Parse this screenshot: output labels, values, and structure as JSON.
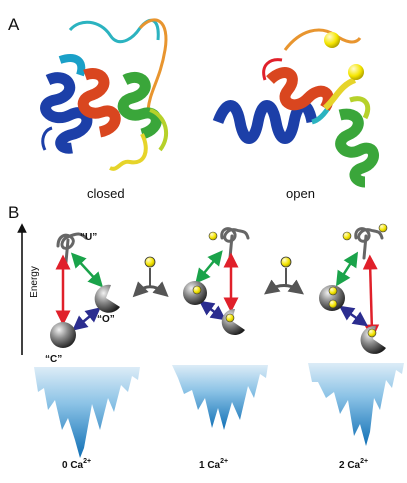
{
  "panel_a": {
    "label": "A",
    "captions": [
      "closed",
      "open"
    ]
  },
  "panel_b": {
    "label": "B",
    "axis_label": "Energy",
    "state_labels": {
      "unfolded": "“U”",
      "open": "“O”",
      "closed": "“C”"
    },
    "calcium_states": [
      {
        "count": "0 Ca",
        "charge": "2+"
      },
      {
        "count": "1 Ca",
        "charge": "2+"
      },
      {
        "count": "2 Ca",
        "charge": "2+"
      }
    ]
  },
  "colors": {
    "transition_red": "#e0202a",
    "transition_green": "#1aa34a",
    "transition_blue": "#2b2d8f",
    "calcium_yellow": "#f5e600",
    "funnel_light": "#d6eaf6",
    "funnel_dark": "#1b7cc0",
    "helix_blue": "#1c3fa8",
    "helix_red": "#d9461f",
    "helix_green": "#3aa63a",
    "helix_yellow": "#e6d42a",
    "loop_orange": "#e8952f",
    "loop_cyan": "#2bb3c0"
  }
}
